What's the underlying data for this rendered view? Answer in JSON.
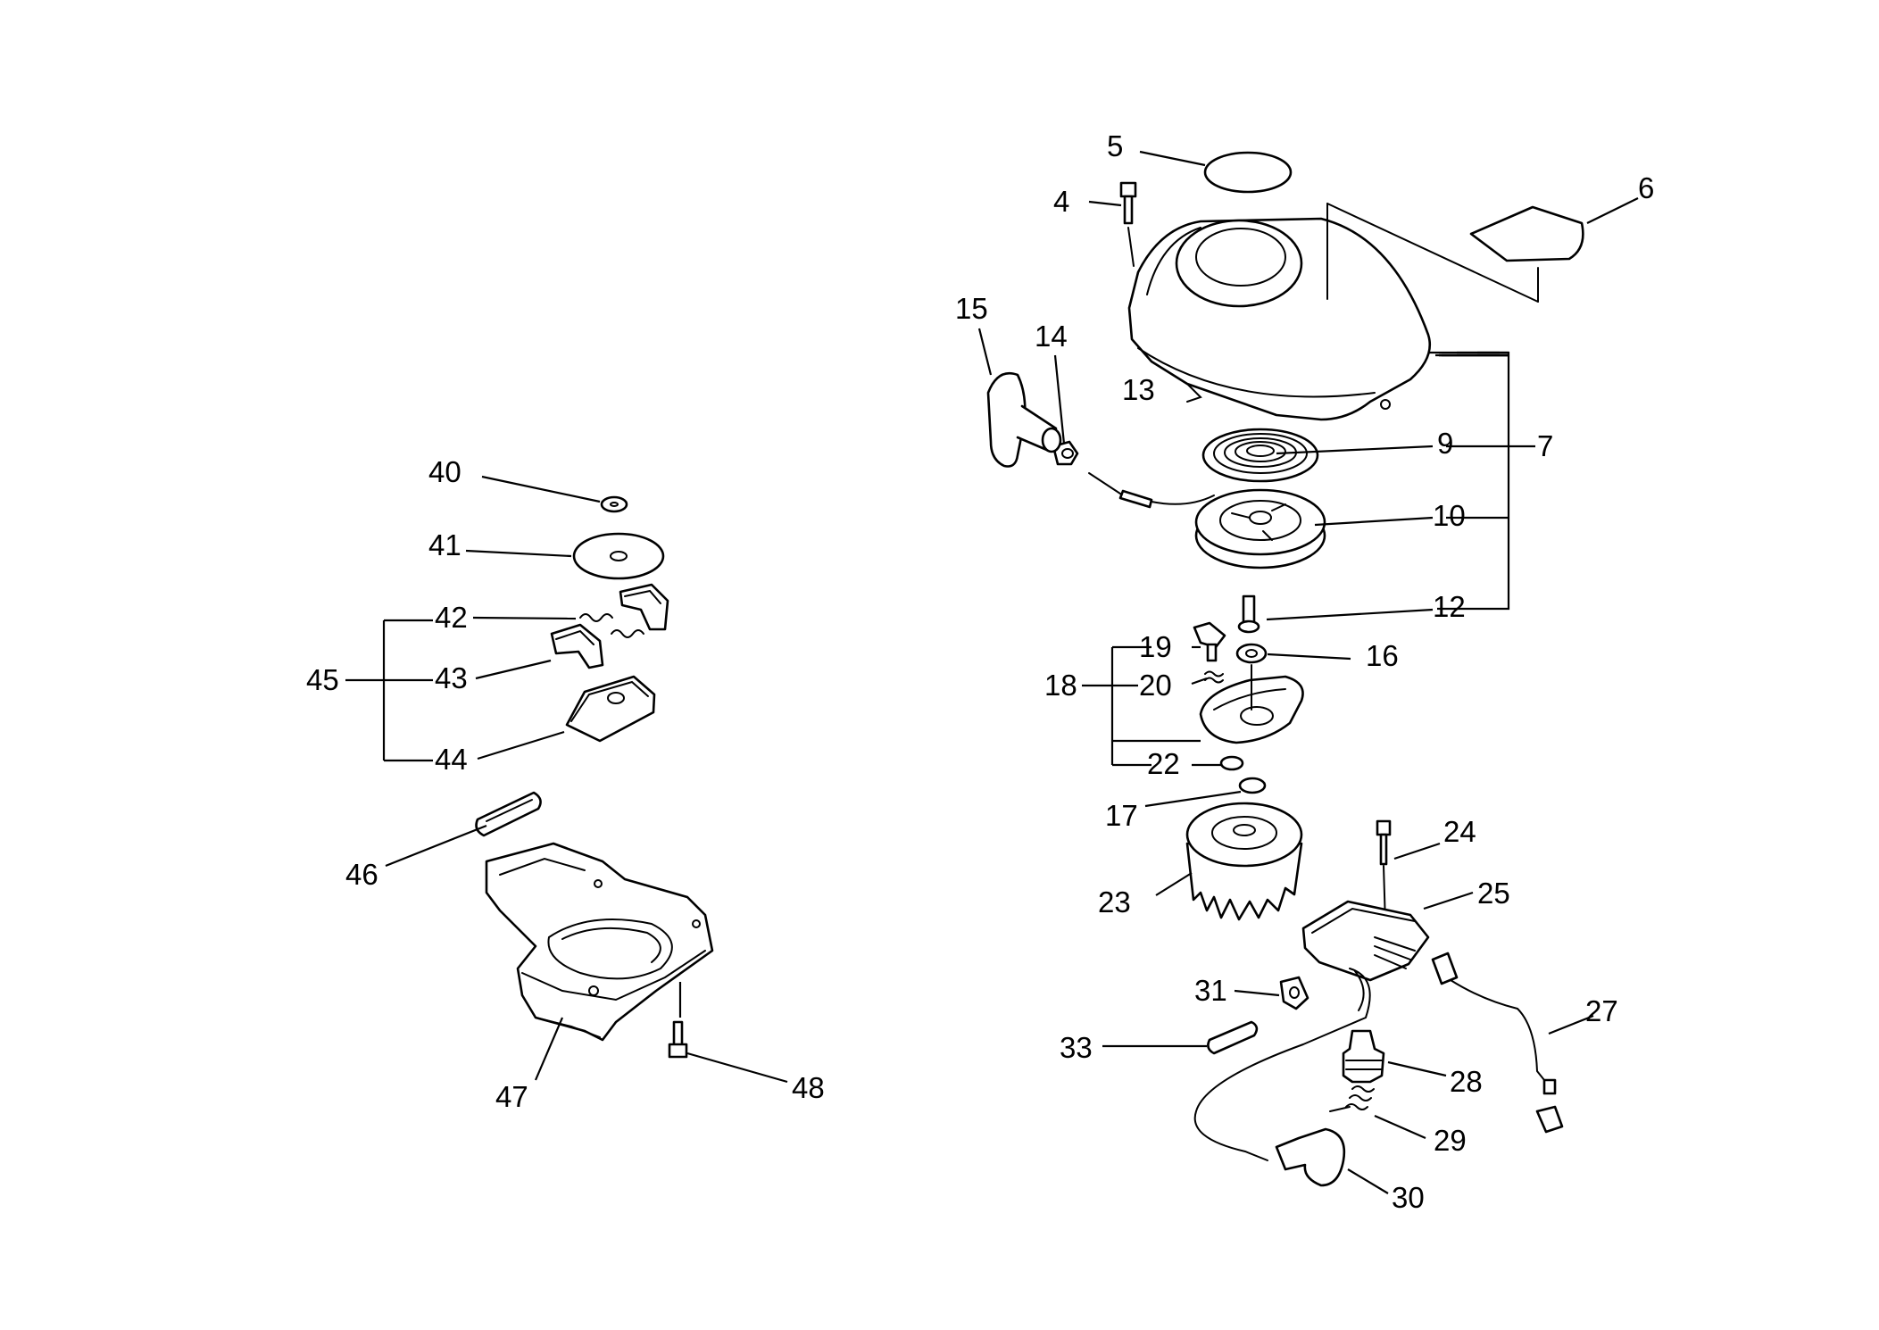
{
  "diagram": {
    "callouts": [
      "4",
      "5",
      "6",
      "7",
      "9",
      "10",
      "12",
      "13",
      "14",
      "15",
      "16",
      "17",
      "18",
      "19",
      "20",
      "22",
      "23",
      "24",
      "25",
      "27",
      "28",
      "29",
      "30",
      "31",
      "33",
      "40",
      "41",
      "42",
      "43",
      "44",
      "45",
      "46",
      "47",
      "48"
    ],
    "colors": {
      "line": "#000000",
      "background": "#ffffff"
    }
  }
}
